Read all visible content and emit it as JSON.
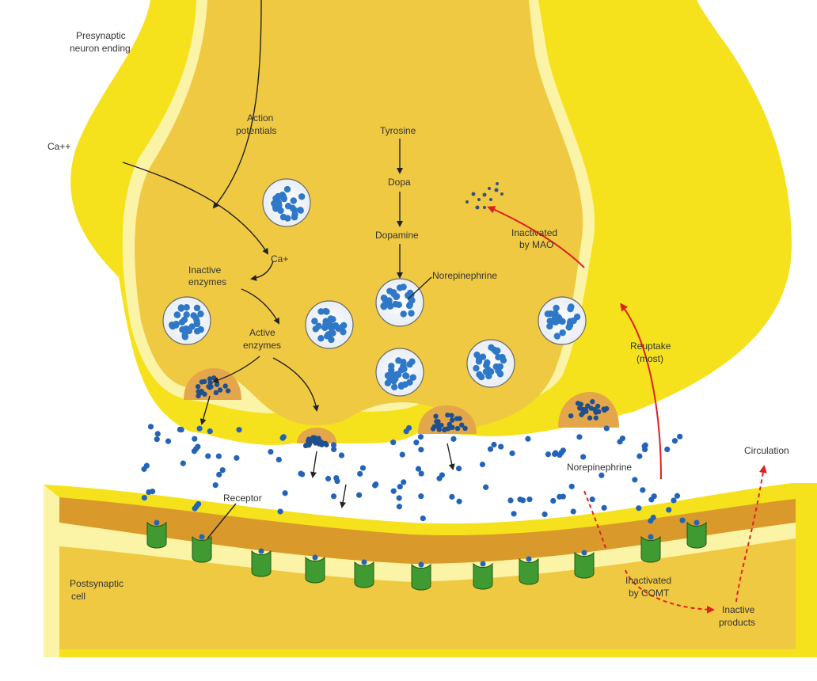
{
  "labels": {
    "presynaptic_1": "Presynaptic",
    "presynaptic_2": "neuron ending",
    "ca_outside": "Ca++",
    "action_1": "Action",
    "action_2": "potentials",
    "ca_inside": "Ca+",
    "inactive_enz_1": "Inactive",
    "inactive_enz_2": "enzymes",
    "active_enz_1": "Active",
    "active_enz_2": "enzymes",
    "tyrosine": "Tyrosine",
    "dopa": "Dopa",
    "dopamine": "Dopamine",
    "norepinephrine_vesicle": "Norepinephrine",
    "mao_1": "Inactivated",
    "mao_2": "by MAO",
    "reuptake_1": "Reuptake",
    "reuptake_2": "(most)",
    "norepinephrine_cleft": "Norepinephrine",
    "circulation": "Circulation",
    "receptor": "Receptor",
    "postsynaptic_1": "Postsynaptic",
    "postsynaptic_2": "cell",
    "comt_1": "Inactivated",
    "comt_2": "by COMT",
    "inactive_products_1": "Inactive",
    "inactive_products_2": "products"
  },
  "colors": {
    "membrane_yellow": "#f5e21c",
    "cytoplasm": "#f0c943",
    "membrane_pale": "#fbf4a6",
    "vesicle_fill": "#2f78c8",
    "neurotransmitter": "#2464b8",
    "receptor_green": "#3f9a32",
    "red_arrow": "#e02020",
    "postsynaptic_brown": "#d99a2b"
  },
  "icons": [
    "vesicle-icon",
    "receptor-icon",
    "neurotransmitter-dot-icon",
    "arrow-icon"
  ]
}
